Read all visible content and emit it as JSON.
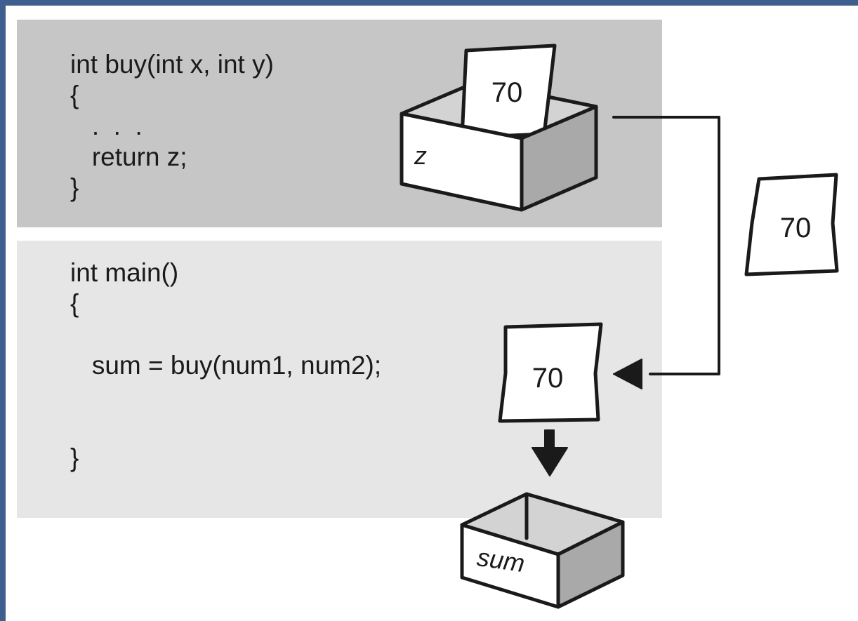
{
  "buy_function": {
    "code_lines": [
      "int buy(int x, int y)",
      "{",
      "   .  .  .",
      "   return z;",
      "}"
    ],
    "box_label": "z",
    "box_value": "70"
  },
  "main_function": {
    "code_lines": [
      "int main()",
      "{",
      "",
      "   sum = buy(num1, num2);",
      "",
      "",
      "}"
    ],
    "returned_value": "70",
    "box_label": "sum"
  },
  "transfer": {
    "value": "70"
  },
  "colors": {
    "buy_panel_bg": "#c6c6c6",
    "main_panel_bg": "#e6e6e6",
    "frame_border": "#3f5f8f",
    "ink": "#1a1a1a",
    "box_side": "#a9a9a9"
  }
}
